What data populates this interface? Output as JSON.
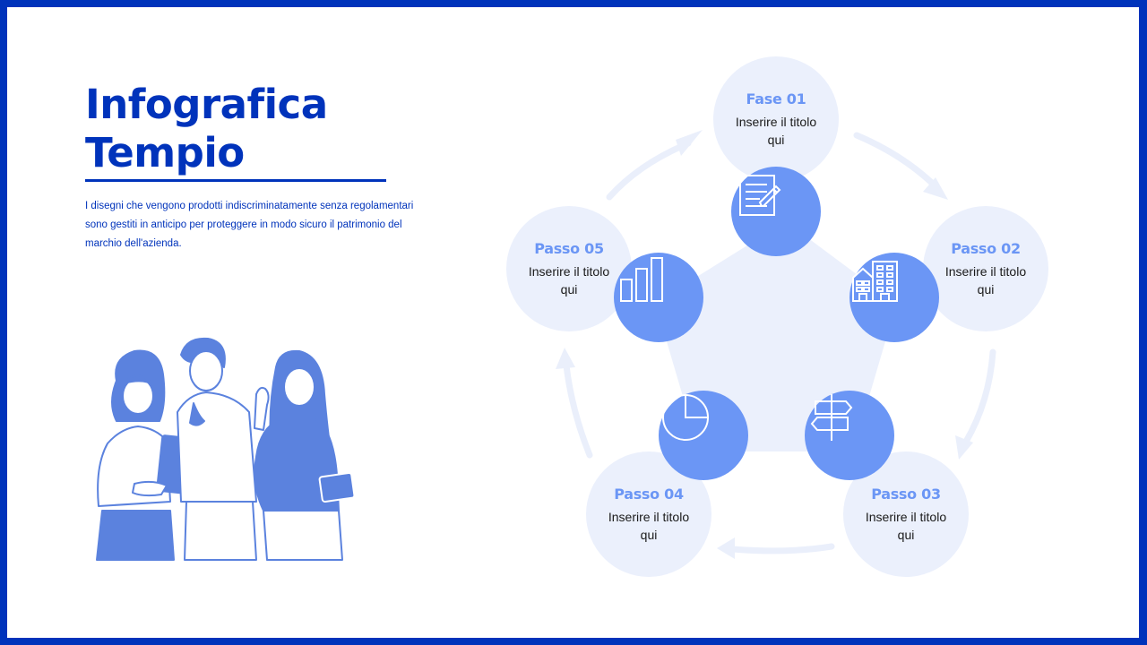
{
  "header": {
    "title_line1": "Infografica",
    "title_line2": "Tempio",
    "description": "I disegni che vengono prodotti indiscriminatamente senza regolamentari sono gestiti in anticipo per proteggere in modo sicuro il patrimonio del marchio dell'azienda."
  },
  "illustration": {
    "alt": "team-of-three-people-with-tablets"
  },
  "cycle": {
    "steps": [
      {
        "title": "Fase 01",
        "subtitle": "Inserire il titolo qui",
        "icon": "document-edit-icon"
      },
      {
        "title": "Passo 02",
        "subtitle": "Inserire il titolo qui",
        "icon": "buildings-icon"
      },
      {
        "title": "Passo 03",
        "subtitle": "Inserire il titolo qui",
        "icon": "signpost-icon"
      },
      {
        "title": "Passo 04",
        "subtitle": "Inserire il titolo qui",
        "icon": "pie-chart-icon"
      },
      {
        "title": "Passo 05",
        "subtitle": "Inserire il titolo qui",
        "icon": "bar-chart-icon"
      }
    ]
  },
  "colors": {
    "brand": "#0033bb",
    "accent": "#6b96f5",
    "light": "#ebf0fc"
  }
}
